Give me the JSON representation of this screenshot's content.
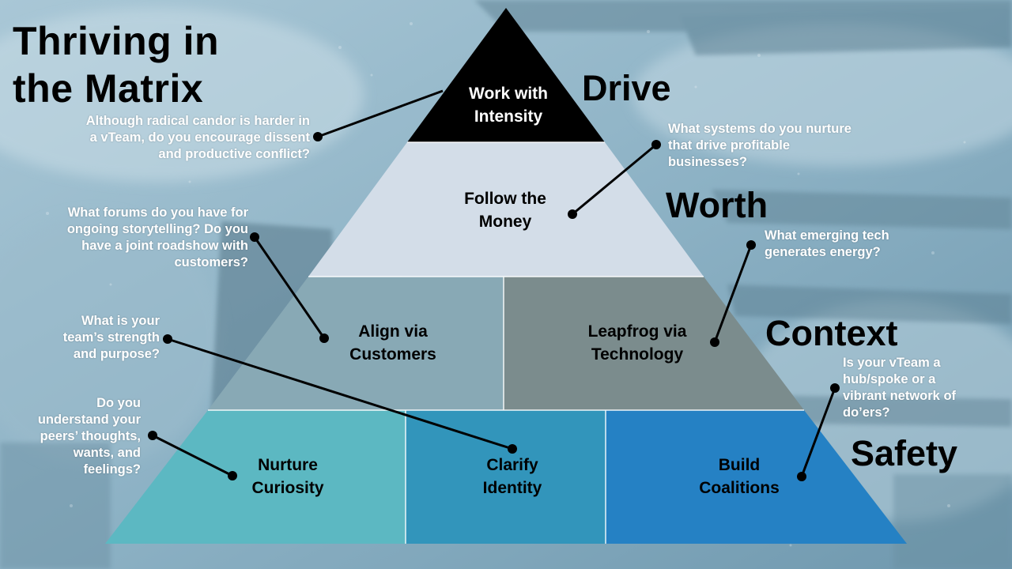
{
  "title": {
    "line1": "Thriving in",
    "line2": "the Matrix"
  },
  "tiers": {
    "drive": "Drive",
    "worth": "Worth",
    "context": "Context",
    "safety": "Safety"
  },
  "blocks": {
    "work": {
      "l1": "Work with",
      "l2": "Intensity"
    },
    "money": {
      "l1": "Follow the",
      "l2": "Money"
    },
    "align": {
      "l1": "Align via",
      "l2": "Customers"
    },
    "leapfrog": {
      "l1": "Leapfrog via",
      "l2": "Technology"
    },
    "nurture": {
      "l1": "Nurture",
      "l2": "Curiosity"
    },
    "clarify": {
      "l1": "Clarify",
      "l2": "Identity"
    },
    "build": {
      "l1": "Build",
      "l2": "Coalitions"
    }
  },
  "questions": {
    "q_candor": {
      "l1": "Although radical candor is harder in",
      "l2": "a vTeam, do you encourage dissent",
      "l3": "and productive conflict?"
    },
    "q_systems": {
      "l1": "What systems do you nurture",
      "l2": "that drive profitable",
      "l3": "businesses?"
    },
    "q_forums": {
      "l1": "What forums do you have for",
      "l2": "ongoing storytelling? Do you",
      "l3": "have a joint roadshow with",
      "l4": "customers?"
    },
    "q_tech": {
      "l1": "What emerging tech",
      "l2": "generates energy?"
    },
    "q_team": {
      "l1": "What is your",
      "l2": "team’s strength",
      "l3": "and purpose?"
    },
    "q_hub": {
      "l1": "Is your vTeam a",
      "l2": "hub/spoke or a",
      "l3": "vibrant network of",
      "l4": "do’ers?"
    },
    "q_peers": {
      "l1": "Do you",
      "l2": "understand your",
      "l3": "peers’ thoughts,",
      "l4": "wants, and",
      "l5": "feelings?"
    }
  },
  "colors": {
    "apex": "#000000",
    "worth_band": "#d3dde8",
    "align_block": "#88a9b5",
    "leapfrog_block": "#7b8c8d",
    "nurture_block": "#5cb8c2",
    "clarify_block": "#3295bb",
    "build_block": "#2581c4"
  }
}
